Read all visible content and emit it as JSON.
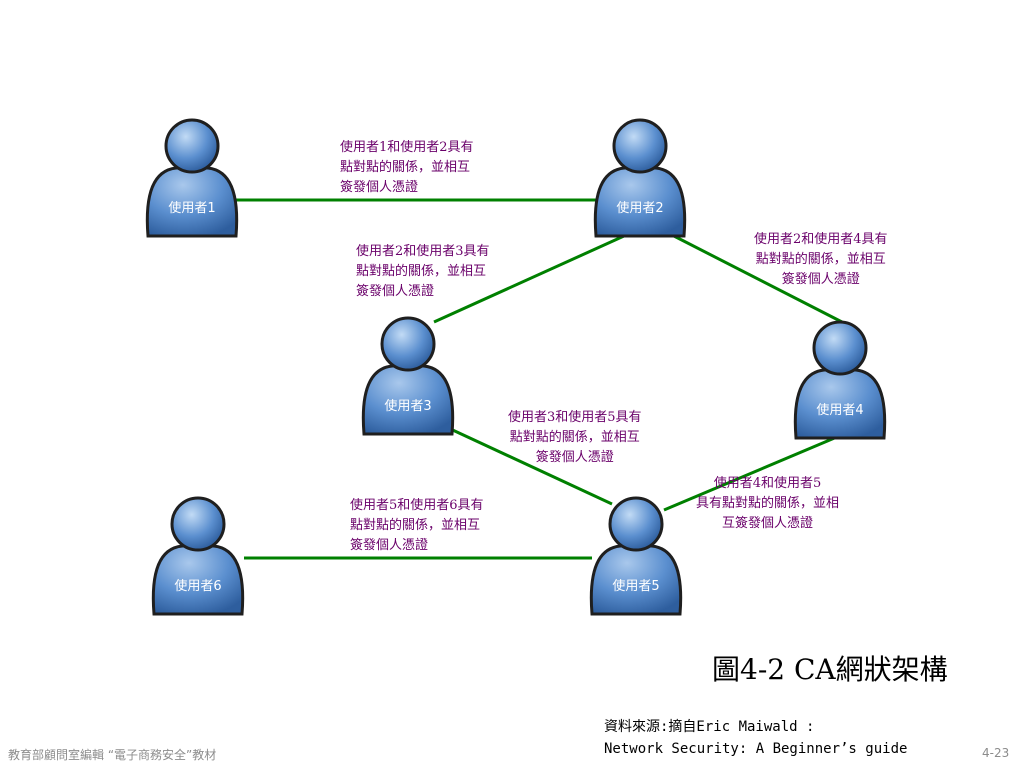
{
  "users": [
    {
      "id": "u1",
      "label": "使用者1"
    },
    {
      "id": "u2",
      "label": "使用者2"
    },
    {
      "id": "u3",
      "label": "使用者3"
    },
    {
      "id": "u4",
      "label": "使用者4"
    },
    {
      "id": "u5",
      "label": "使用者5"
    },
    {
      "id": "u6",
      "label": "使用者6"
    }
  ],
  "relations": [
    {
      "from": "u1",
      "to": "u2",
      "note": [
        "使用者1和使用者2具有",
        "點對點的關係，並相互",
        "簽發個人憑證"
      ]
    },
    {
      "from": "u2",
      "to": "u3",
      "note": [
        "使用者2和使用者3具有",
        "點對點的關係，並相互",
        "簽發個人憑證"
      ]
    },
    {
      "from": "u2",
      "to": "u4",
      "note": [
        "使用者2和使用者4具有",
        "點對點的關係，並相互",
        "簽發個人憑證"
      ]
    },
    {
      "from": "u3",
      "to": "u5",
      "note": [
        "使用者3和使用者5具有",
        "點對點的關係，並相互",
        "簽發個人憑證"
      ]
    },
    {
      "from": "u4",
      "to": "u5",
      "note": [
        "使用者4和使用者5",
        "具有點對點的關係，並相",
        "互簽發個人憑證"
      ]
    },
    {
      "from": "u5",
      "to": "u6",
      "note": [
        "使用者5和使用者6具有",
        "點對點的關係，並相互",
        "簽發個人憑證"
      ]
    }
  ],
  "figure_title": "圖4-2 CA網狀架構",
  "source": {
    "line1": "資料來源:摘自Eric Maiwald :",
    "line2": "Network Security: A Beginner’s  guide"
  },
  "footer": {
    "left": "教育部顧問室編輯 “電子商務安全”教材",
    "page": "4-23"
  },
  "colors": {
    "link": "#008000",
    "note_text": "#6a006a",
    "user_fill": "#4f81bd",
    "user_outline": "#1f1f1f",
    "user_label": "#ffffff"
  },
  "icons": {
    "user": "person-icon"
  }
}
